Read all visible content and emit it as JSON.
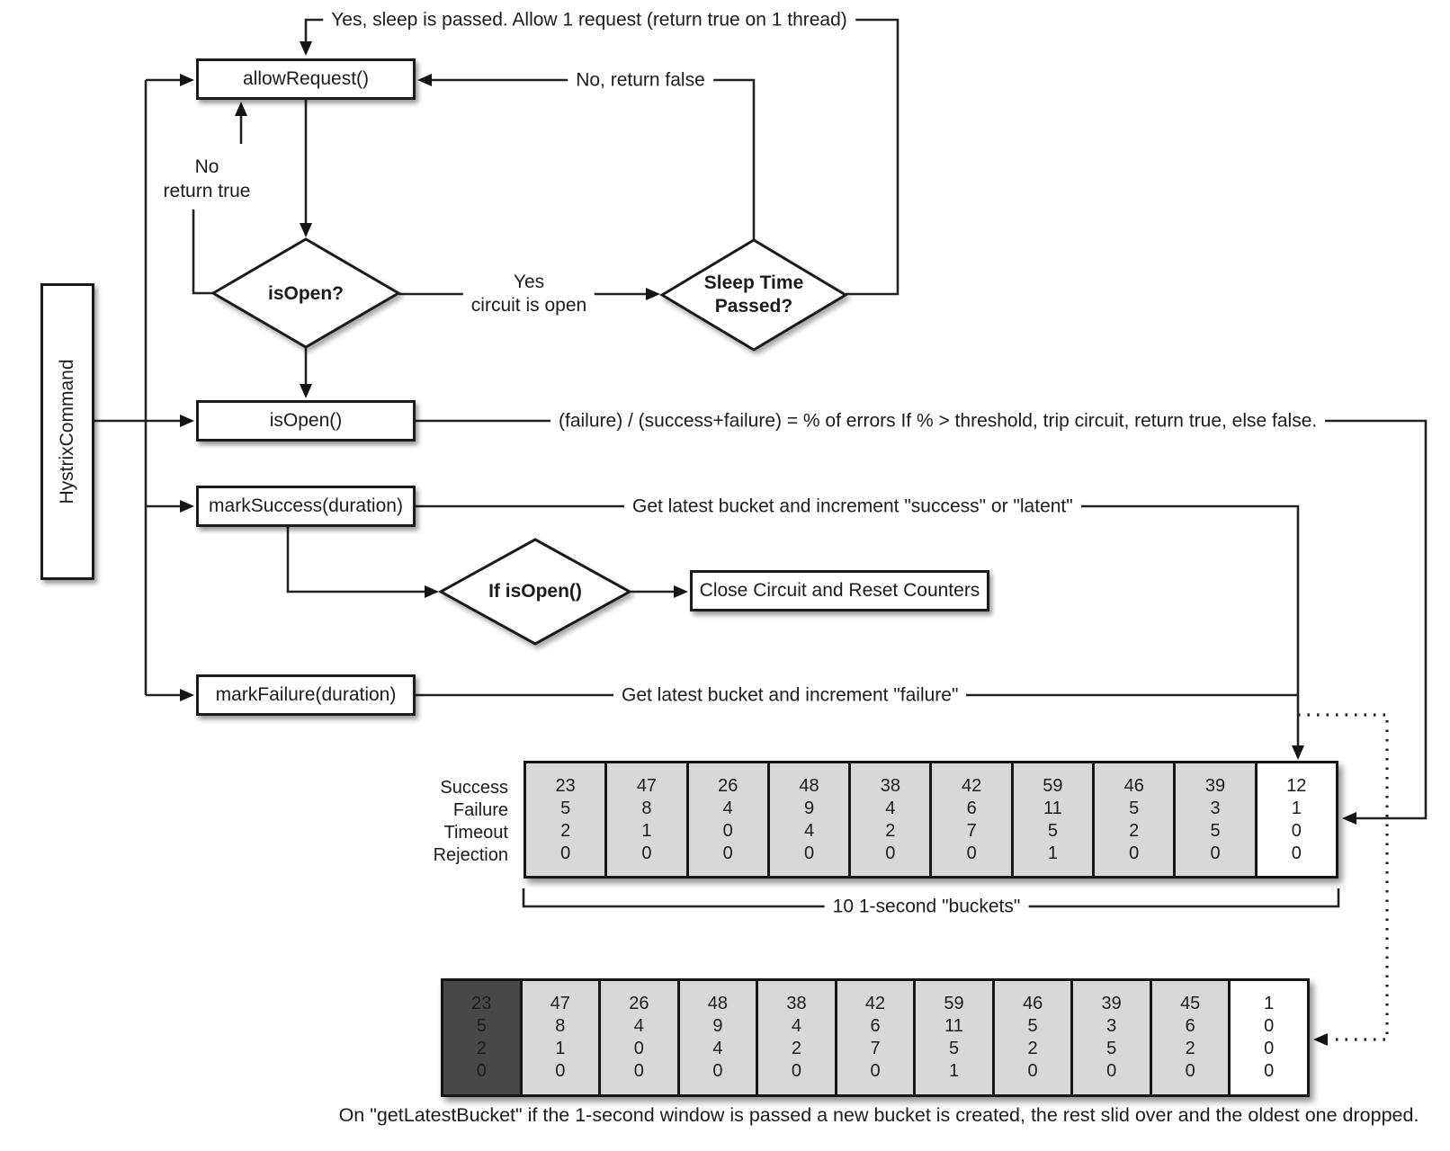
{
  "hystrix": {
    "label": "HystrixCommand"
  },
  "nodes": {
    "allow_request": "allowRequest()",
    "is_open_decision": "isOpen?",
    "sleep_decision_line1": "Sleep Time",
    "sleep_decision_line2": "Passed?",
    "is_open_fn": "isOpen()",
    "mark_success": "markSuccess(duration)",
    "if_is_open": "If isOpen()",
    "close_circuit": "Close Circuit and Reset Counters",
    "mark_failure": "markFailure(duration)"
  },
  "edges": {
    "sleep_yes": "Yes, sleep is passed. Allow 1 request (return true on 1 thread)",
    "sleep_no": "No, return false",
    "isopen_no_line1": "No",
    "isopen_no_line2": "return true",
    "isopen_yes_line1": "Yes",
    "isopen_yes_line2": "circuit is open",
    "isopen_fn_note": "(failure) / (success+failure) = % of errors   If % > threshold, trip circuit, return true, else false.",
    "mark_success_note": "Get latest bucket and increment \"success\" or \"latent\"",
    "mark_failure_note": "Get latest bucket and increment \"failure\""
  },
  "metrics_rows": [
    "Success",
    "Failure",
    "Timeout",
    "Rejection"
  ],
  "bucket_window": {
    "label": "10 1-second \"buckets\"",
    "buckets": [
      [
        23,
        5,
        2,
        0
      ],
      [
        47,
        8,
        1,
        0
      ],
      [
        26,
        4,
        0,
        0
      ],
      [
        48,
        9,
        4,
        0
      ],
      [
        38,
        4,
        2,
        0
      ],
      [
        42,
        6,
        7,
        0
      ],
      [
        59,
        11,
        5,
        1
      ],
      [
        46,
        5,
        2,
        0
      ],
      [
        39,
        3,
        5,
        0
      ],
      [
        12,
        1,
        0,
        0
      ]
    ]
  },
  "bucket_window_next": {
    "buckets": [
      [
        23,
        5,
        2,
        0
      ],
      [
        47,
        8,
        1,
        0
      ],
      [
        26,
        4,
        0,
        0
      ],
      [
        48,
        9,
        4,
        0
      ],
      [
        38,
        4,
        2,
        0
      ],
      [
        42,
        6,
        7,
        0
      ],
      [
        59,
        11,
        5,
        1
      ],
      [
        46,
        5,
        2,
        0
      ],
      [
        39,
        3,
        5,
        0
      ],
      [
        45,
        6,
        2,
        0
      ],
      [
        1,
        0,
        0,
        0
      ]
    ]
  },
  "caption": "On \"getLatestBucket\" if the 1-second window is passed a new bucket is created, the rest slid over and the oldest one dropped.",
  "colors": {
    "ink": "#1c1c1c",
    "cell_gray": "#d8d8d8",
    "cell_dark": "#484848",
    "cell_white": "#ffffff"
  }
}
